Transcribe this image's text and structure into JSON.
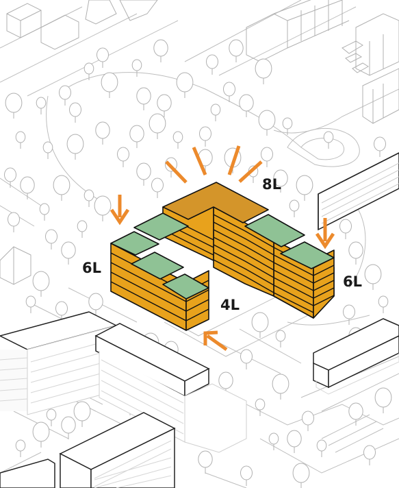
{
  "labels": {
    "top": "8L",
    "left": "6L",
    "right": "6L",
    "front": "4L"
  },
  "colors": {
    "facade": "#e8a21c",
    "roof": "#d4952a",
    "green_roof": "#8fc295",
    "arrow": "#ec8a2c",
    "linework": "#b5b5b5",
    "outline": "#111111"
  }
}
